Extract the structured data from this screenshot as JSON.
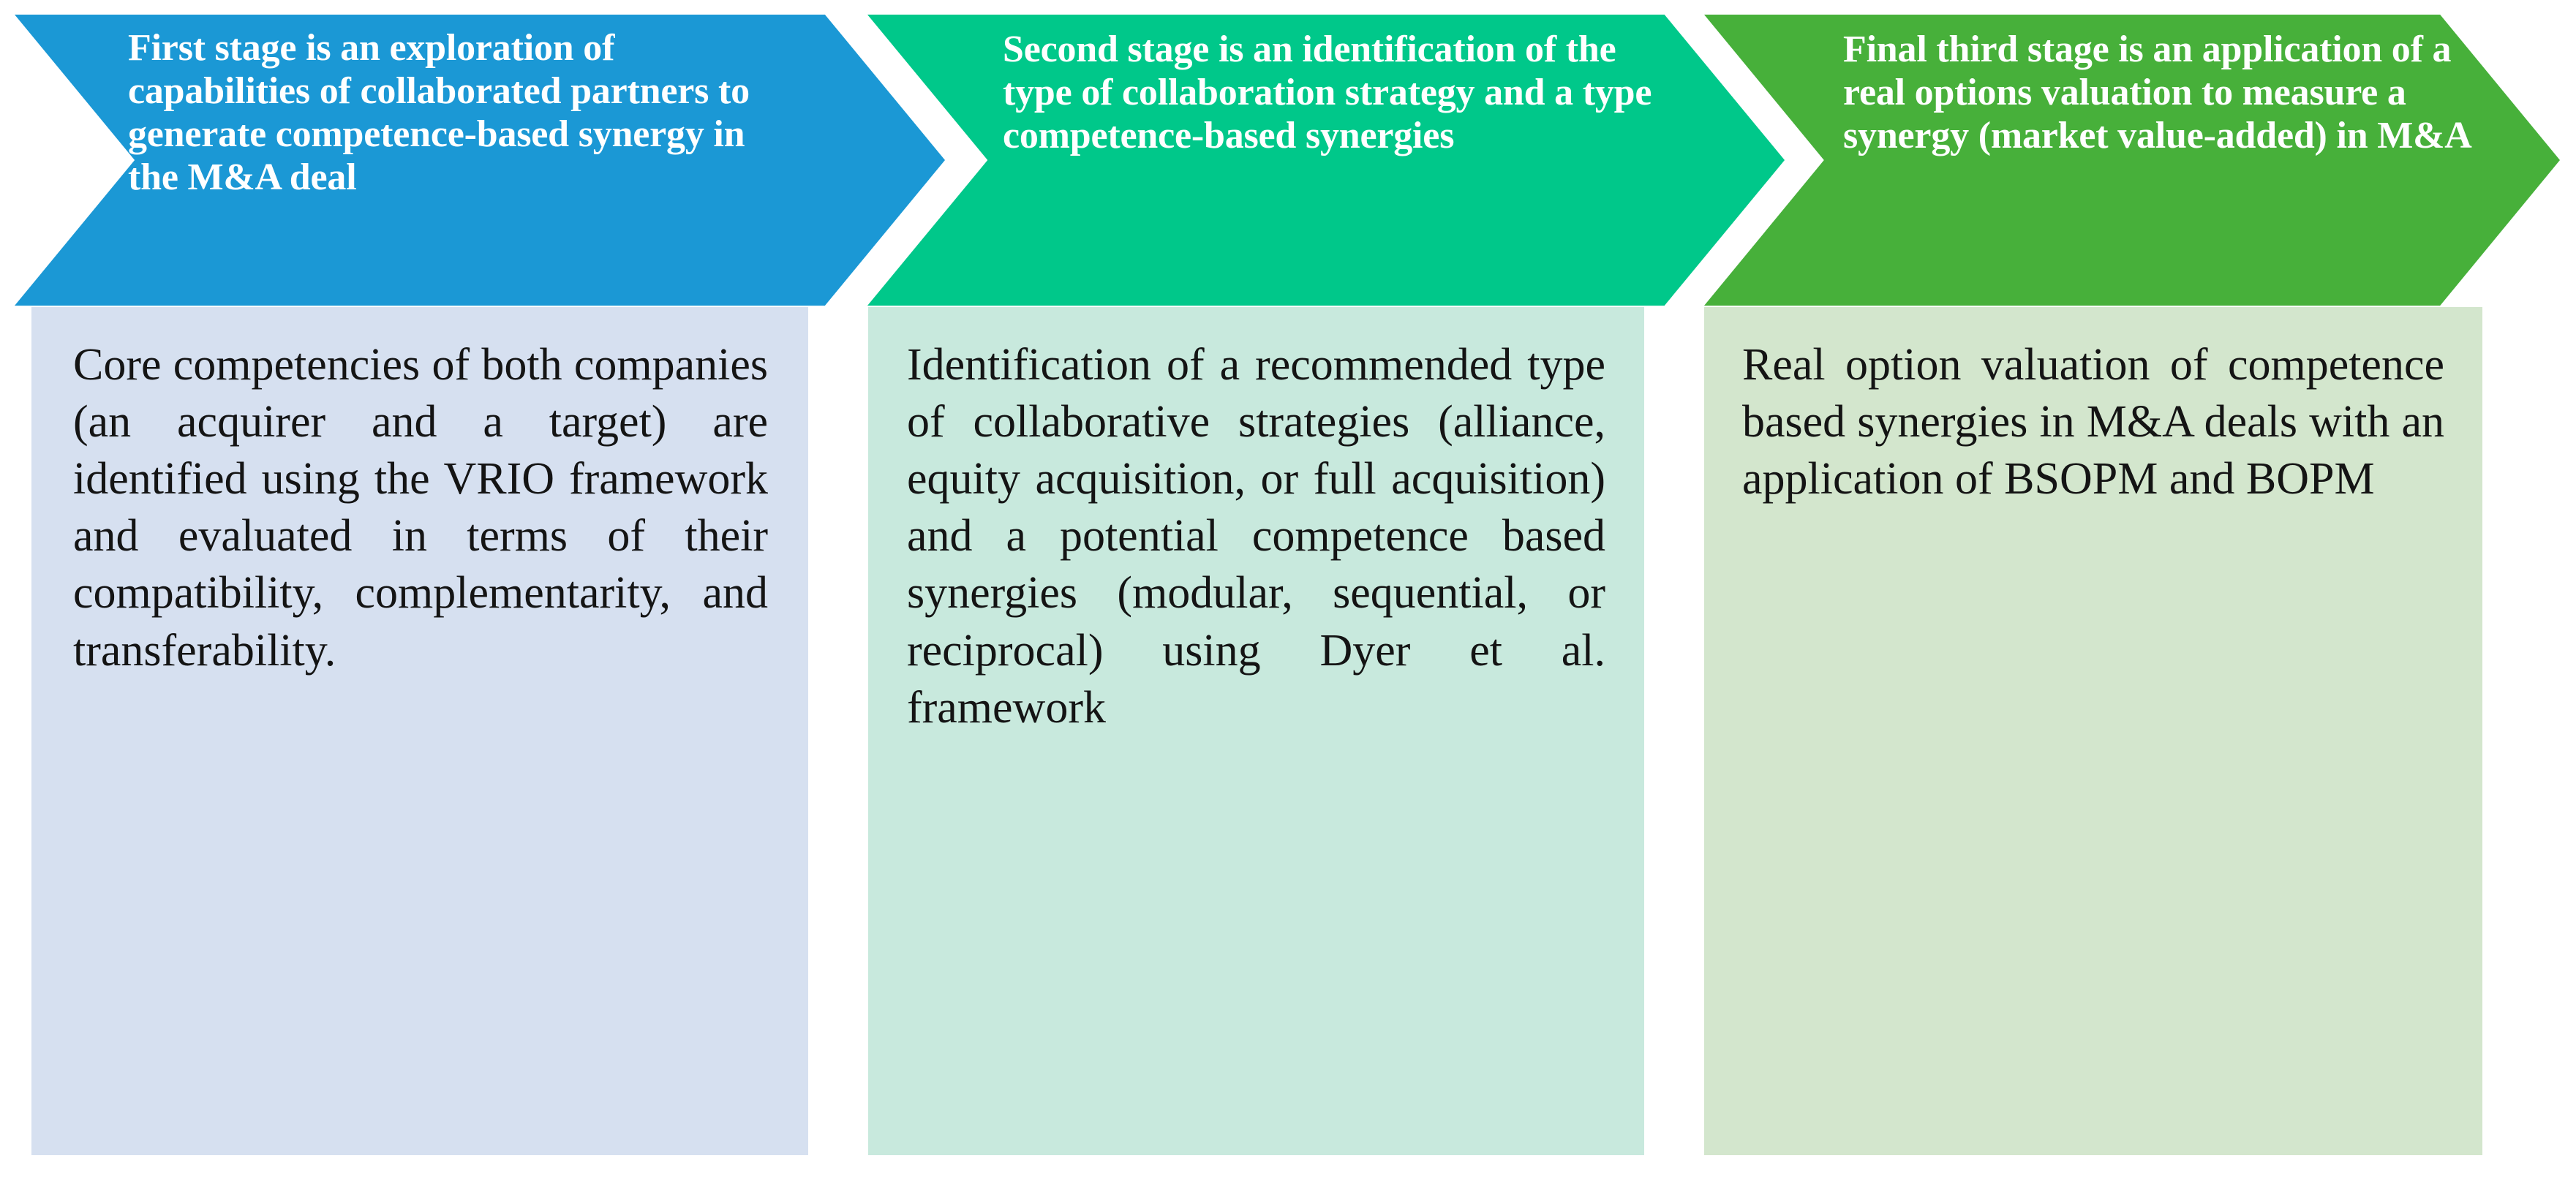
{
  "diagram": {
    "title": "Three-stage competence-based synergy valuation process",
    "orientation": "horizontal-chevron-process",
    "stage_count": 3,
    "colors": {
      "stage1_header": "#1b98d5",
      "stage2_header": "#00c88a",
      "stage3_header": "#47b03a",
      "stage1_body": "#d6e0f0",
      "stage2_body": "#c8e9dd",
      "stage3_body": "#d3e6cd",
      "header_text": "#ffffff",
      "body_text": "#141414",
      "background": "#ffffff"
    },
    "stages": [
      {
        "id": "stage-1",
        "header": "First stage is an exploration of capabilities of collaborated partners to generate competence-based synergy in the M&A deal",
        "body": "Core competencies of both companies (an acquirer and a target) are identified using the VRIO framework and evaluated in terms of their compatibility, complementarity, and transferability."
      },
      {
        "id": "stage-2",
        "header": "Second stage is an identification of the type of collaboration strategy and a type competence-based synergies",
        "body": "Identification of a recommended type of collaborative strategies (alliance, equity acquisition, or full acquisition) and a potential competence based synergies (modular, sequential, or reciprocal) using Dyer et al. framework"
      },
      {
        "id": "stage-3",
        "header": "Final third stage is an application of a real options valuation to measure a synergy (market value-added) in M&A",
        "body": "Real option valuation of competence based synergies in M&A deals with an application of BSOPM and BOPM"
      }
    ]
  }
}
